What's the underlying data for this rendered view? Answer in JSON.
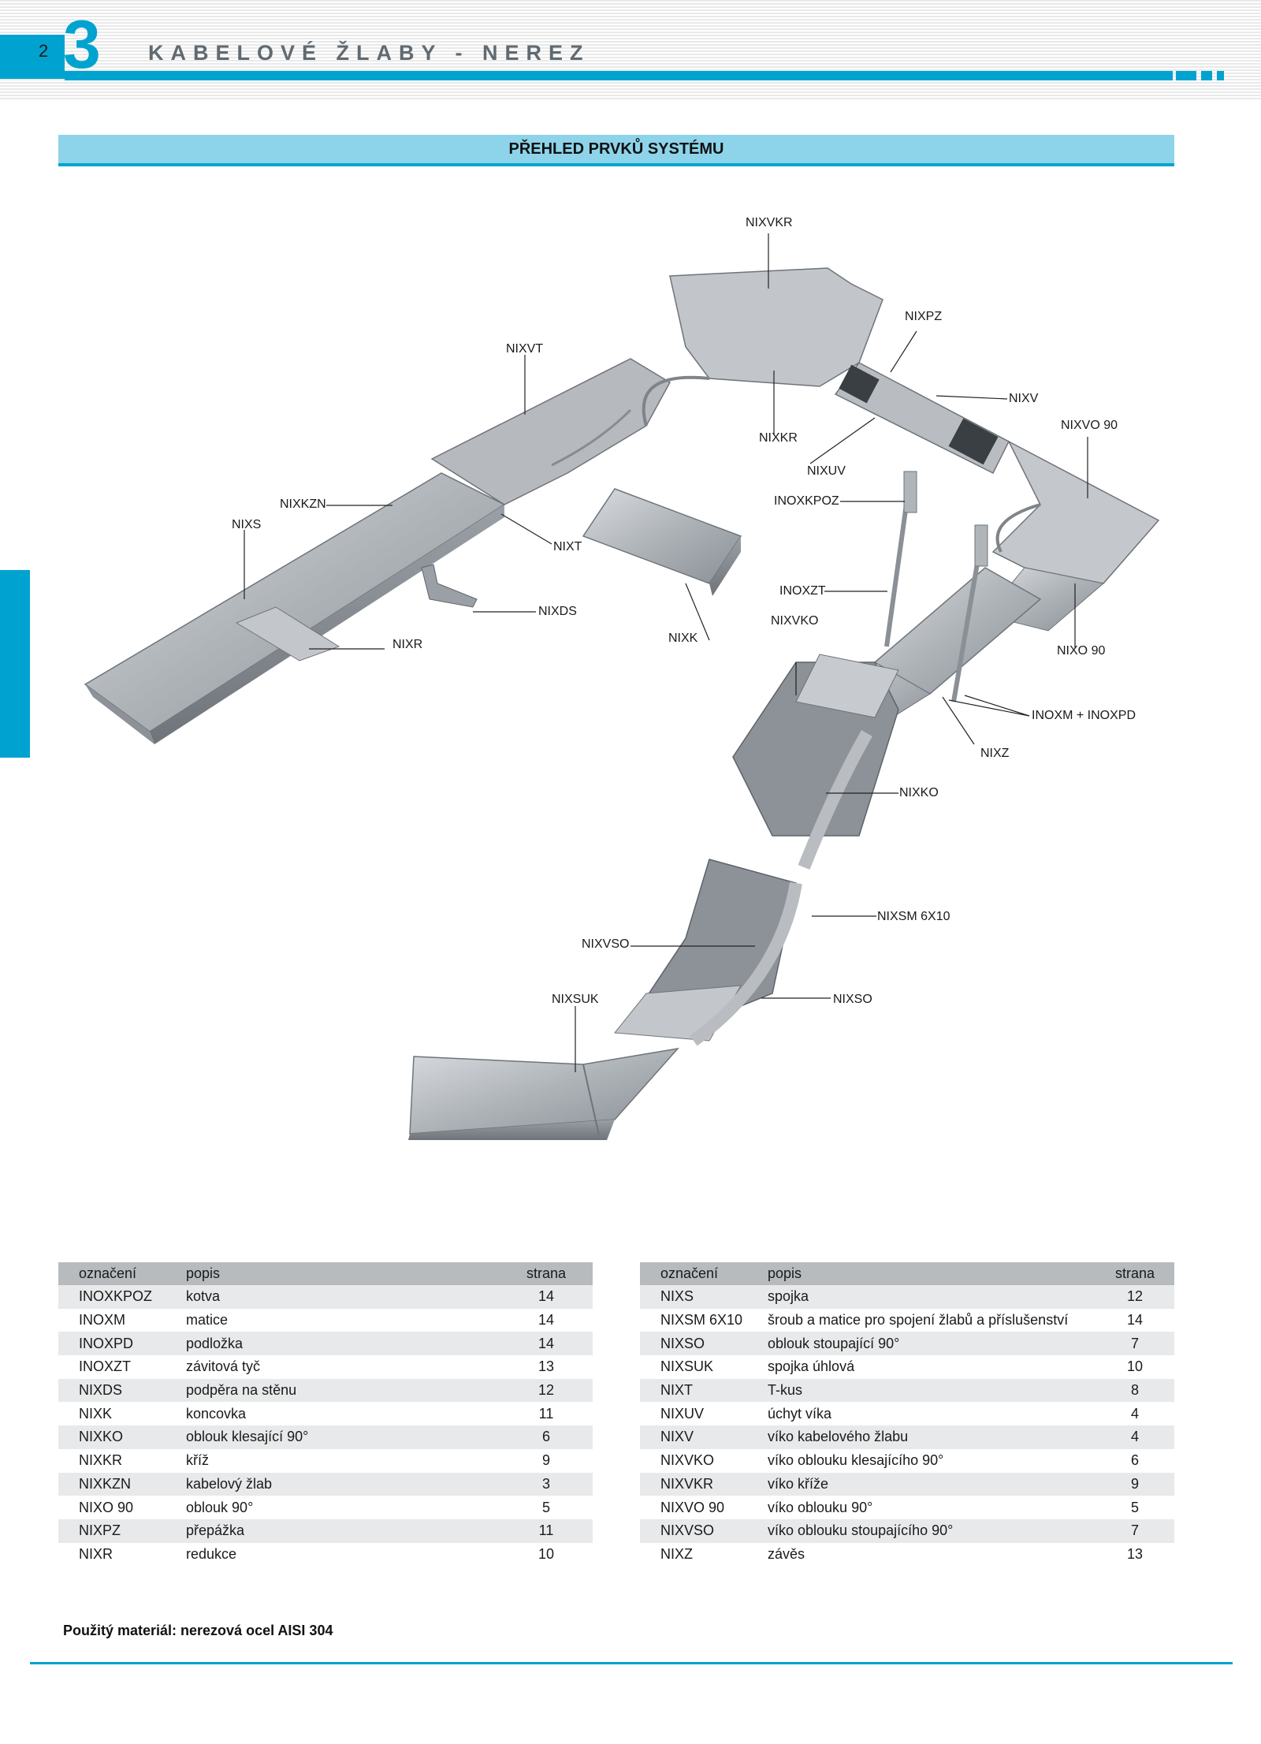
{
  "header": {
    "page_number": "2",
    "chapter": "3",
    "title": "KABELOVÉ ŽLABY - NEREZ"
  },
  "section_title": "PŘEHLED PRVKŮ SYSTÉMU",
  "diagram": {
    "labels": {
      "nixvkr": "NIXVKR",
      "nixpz": "NIXPZ",
      "nixvt": "NIXVT",
      "nixv": "NIXV",
      "nixvo90": "NIXVO 90",
      "nixkr": "NIXKR",
      "nixuv": "NIXUV",
      "nixkzn": "NIXKZN",
      "inoxkpoz": "INOXKPOZ",
      "nixs": "NIXS",
      "nixt": "NIXT",
      "inoxzt": "INOXZT",
      "nixds": "NIXDS",
      "nixvko": "NIXVKO",
      "nixk": "NIXK",
      "nixr": "NIXR",
      "nixo90": "NIXO 90",
      "inoxm_inoxpd": "INOXM + INOXPD",
      "nixz": "NIXZ",
      "nixko": "NIXKO",
      "nixsm": "NIXSM 6X10",
      "nixvso": "NIXVSO",
      "nixsuk": "NIXSUK",
      "nixso": "NIXSO"
    }
  },
  "table_headers": {
    "code": "označení",
    "description": "popis",
    "page": "strana"
  },
  "table_left": [
    {
      "code": "INOXKPOZ",
      "description": "kotva",
      "page": "14"
    },
    {
      "code": "INOXM",
      "description": "matice",
      "page": "14"
    },
    {
      "code": "INOXPD",
      "description": "podložka",
      "page": "14"
    },
    {
      "code": "INOXZT",
      "description": "závitová tyč",
      "page": "13"
    },
    {
      "code": "NIXDS",
      "description": "podpěra na stěnu",
      "page": "12"
    },
    {
      "code": "NIXK",
      "description": "koncovka",
      "page": "11"
    },
    {
      "code": "NIXKO",
      "description": "oblouk klesající 90°",
      "page": "6"
    },
    {
      "code": "NIXKR",
      "description": "kříž",
      "page": "9"
    },
    {
      "code": "NIXKZN",
      "description": "kabelový žlab",
      "page": "3"
    },
    {
      "code": "NIXO 90",
      "description": "oblouk 90°",
      "page": "5"
    },
    {
      "code": "NIXPZ",
      "description": "přepážka",
      "page": "11"
    },
    {
      "code": "NIXR",
      "description": "redukce",
      "page": "10"
    }
  ],
  "table_right": [
    {
      "code": "NIXS",
      "description": "spojka",
      "page": "12"
    },
    {
      "code": "NIXSM 6X10",
      "description": "šroub a matice pro spojení žlabů a příslušenství",
      "page": "14"
    },
    {
      "code": "NIXSO",
      "description": "oblouk stoupající 90°",
      "page": "7"
    },
    {
      "code": "NIXSUK",
      "description": "spojka úhlová",
      "page": "10"
    },
    {
      "code": "NIXT",
      "description": "T-kus",
      "page": "8"
    },
    {
      "code": "NIXUV",
      "description": "úchyt víka",
      "page": "4"
    },
    {
      "code": "NIXV",
      "description": "víko kabelového žlabu",
      "page": "4"
    },
    {
      "code": "NIXVKO",
      "description": "víko oblouku klesajícího 90°",
      "page": "6"
    },
    {
      "code": "NIXVKR",
      "description": "víko kříže",
      "page": "9"
    },
    {
      "code": "NIXVO 90",
      "description": "víko oblouku 90°",
      "page": "5"
    },
    {
      "code": "NIXVSO",
      "description": "víko oblouku stoupajícího 90°",
      "page": "7"
    },
    {
      "code": "NIXZ",
      "description": "závěs",
      "page": "13"
    }
  ],
  "footer_note": "Použitý materiál: nerezová ocel AISI 304",
  "colors": {
    "accent": "#00a3cf",
    "heading_bg": "#8dd4ea",
    "table_header_bg": "#b7bbbe",
    "row_alt_bg": "#e8e9ea"
  }
}
